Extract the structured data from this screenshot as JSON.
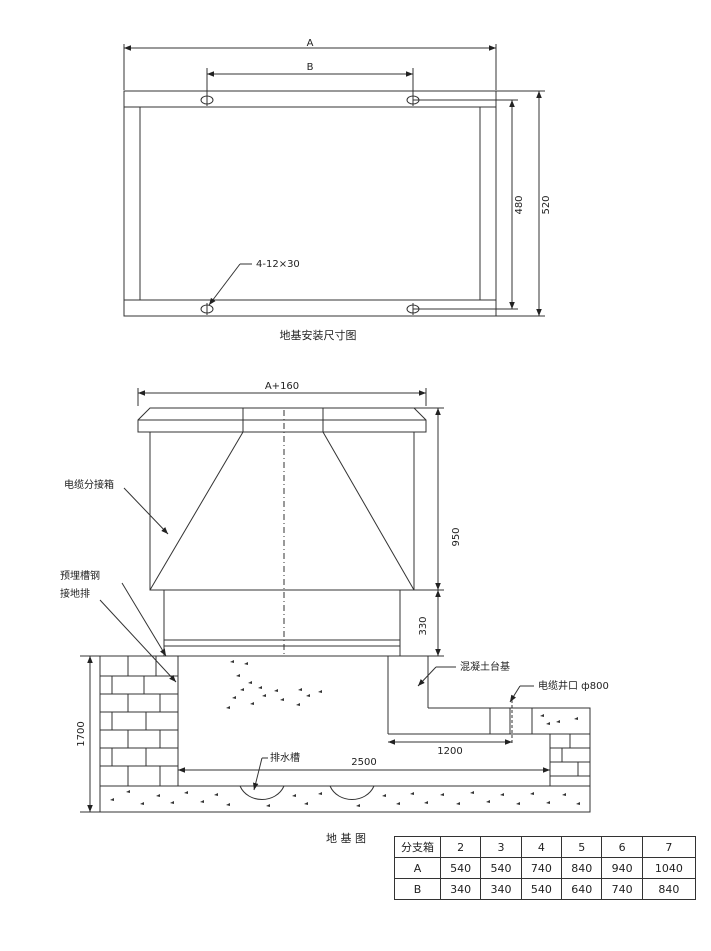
{
  "top_view": {
    "dim_A": "A",
    "dim_B": "B",
    "dim_480": "480",
    "dim_520": "520",
    "hole_label": "4-12×30",
    "caption": "地基安装尺寸图"
  },
  "section_view": {
    "dim_top": "A+160",
    "dim_950": "950",
    "dim_330": "330",
    "dim_1700": "1700",
    "dim_2500": "2500",
    "dim_1200": "1200",
    "label_box": "电缆分接箱",
    "label_channel": "预埋槽钢",
    "label_ground": "接地排",
    "label_concrete": "混凝土台基",
    "label_well": "电缆井口 ф800",
    "label_drain": "排水槽",
    "caption": "地 基 图"
  },
  "table": {
    "header": [
      "分支箱",
      "2",
      "3",
      "4",
      "5",
      "6",
      "7"
    ],
    "rows": [
      [
        "A",
        "540",
        "540",
        "740",
        "840",
        "940",
        "1040"
      ],
      [
        "B",
        "340",
        "340",
        "540",
        "640",
        "740",
        "840"
      ]
    ]
  }
}
